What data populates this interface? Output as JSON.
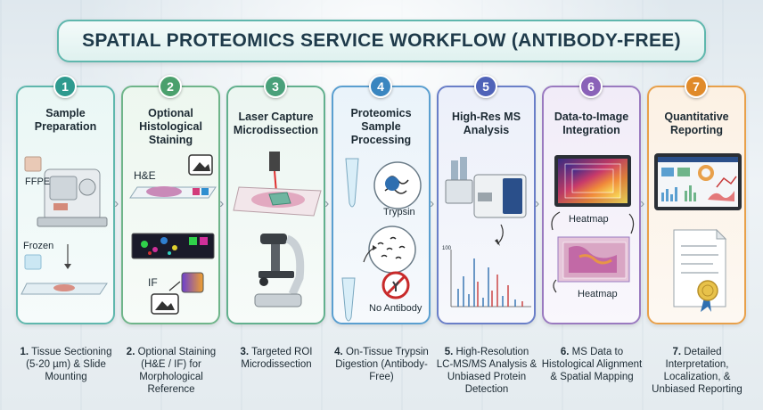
{
  "title": "SPATIAL PROTEOMICS SERVICE WORKFLOW (ANTIBODY-FREE)",
  "steps": [
    {
      "num": "1",
      "title": "Sample Preparation",
      "caption_num": "1.",
      "caption": "Tissue Sectioning (5-20 µm) & Slide Mounting",
      "labels": {
        "ffpe": "FFPE",
        "frozen": "Frozen"
      }
    },
    {
      "num": "2",
      "title": "Optional Histological Staining",
      "caption_num": "2.",
      "caption": "Optional Staining (H&E / IF) for Morphological Reference",
      "labels": {
        "he": "H&E",
        "if": "IF"
      }
    },
    {
      "num": "3",
      "title": "Laser Capture Microdissection",
      "caption_num": "3.",
      "caption": "Targeted ROI Microdissection"
    },
    {
      "num": "4",
      "title": "Proteomics Sample Processing",
      "caption_num": "4.",
      "caption": "On-Tissue Trypsin Digestion (Antibody-Free)",
      "labels": {
        "trypsin": "Trypsin",
        "no_antibody": "No Antibody"
      }
    },
    {
      "num": "5",
      "title": "High-Res MS Analysis",
      "caption_num": "5.",
      "caption": "High-Resolution LC-MS/MS Analysis & Unbiased Protein Detection",
      "labels": {
        "axis_top": "100"
      }
    },
    {
      "num": "6",
      "title": "Data-to-Image Integration",
      "caption_num": "6.",
      "caption": "MS Data to Histological Alignment & Spatial Mapping",
      "labels": {
        "heatmap1": "Heatmap",
        "heatmap2": "Heatmap"
      }
    },
    {
      "num": "7",
      "title": "Quantitative Reporting",
      "caption_num": "7.",
      "caption": "Detailed Interpretation, Localization, & Unbiased Reporting"
    }
  ],
  "colors": {
    "step1": "#5fb7ad",
    "step2": "#6fb58a",
    "step3": "#62b08e",
    "step4": "#5a9fd0",
    "step5": "#6a7fc8",
    "step6": "#9a7ac0",
    "step7": "#e8a04a"
  }
}
